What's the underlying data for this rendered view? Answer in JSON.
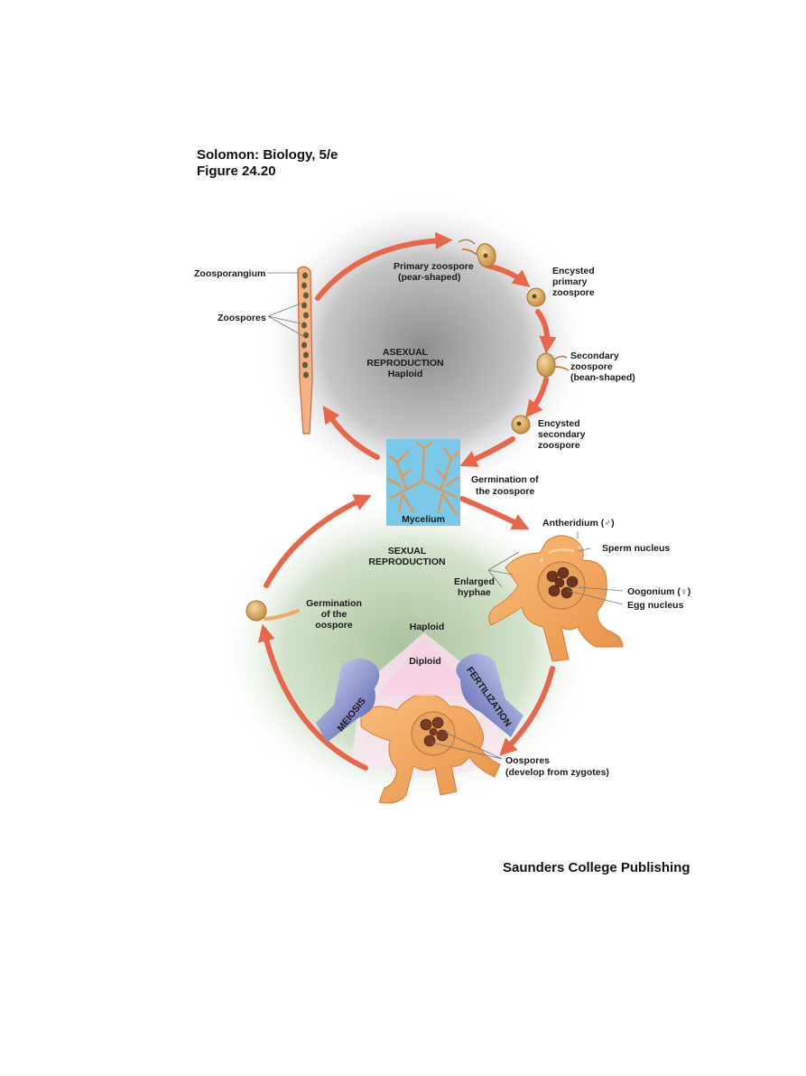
{
  "header": {
    "line1": "Solomon: Biology, 5/e",
    "line2": "Figure 24.20"
  },
  "footer": {
    "publisher": "Saunders College Publishing"
  },
  "asexual": {
    "title_line1": "ASEXUAL",
    "title_line2": "REPRODUCTION",
    "title_line3": "Haploid",
    "zoosporangium": "Zoosporangium",
    "zoospores": "Zoospores",
    "primary_l1": "Primary zoospore",
    "primary_l2": "(pear-shaped)",
    "enc_primary_l1": "Encysted",
    "enc_primary_l2": "primary",
    "enc_primary_l3": "zoospore",
    "secondary_l1": "Secondary",
    "secondary_l2": "zoospore",
    "secondary_l3": "(bean-shaped)",
    "enc_secondary_l1": "Encysted",
    "enc_secondary_l2": "secondary",
    "enc_secondary_l3": "zoospore",
    "germ_zoo_l1": "Germination of",
    "germ_zoo_l2": "the zoospore",
    "mycelium": "Mycelium"
  },
  "sexual": {
    "title_line1": "SEXUAL",
    "title_line2": "REPRODUCTION",
    "antheridium": "Antheridium (♂)",
    "sperm_nucleus": "Sperm nucleus",
    "enlarged_l1": "Enlarged",
    "enlarged_l2": "hyphae",
    "oogonium": "Oogonium (♀)",
    "egg_nucleus": "Egg nucleus",
    "germ_oo_l1": "Germination",
    "germ_oo_l2": "of the",
    "germ_oo_l3": "oospore",
    "haploid": "Haploid",
    "diploid": "Diploid",
    "meiosis": "MEIOSIS",
    "fertilization": "FERTILIZATION",
    "oospores_l1": "Oospores",
    "oospores_l2": "(develop from zygotes)"
  },
  "colors": {
    "arrow": "#e8664a",
    "cell": "#d4a053",
    "hypha": "#f3a960",
    "mycelium_bg": "#72c6e6",
    "asexual_shade": "#9a9a9a",
    "sexual_shade": "#a9c49a",
    "diploid_shade": "#f1d2e2",
    "process_arrow": "#6f7cbf"
  }
}
